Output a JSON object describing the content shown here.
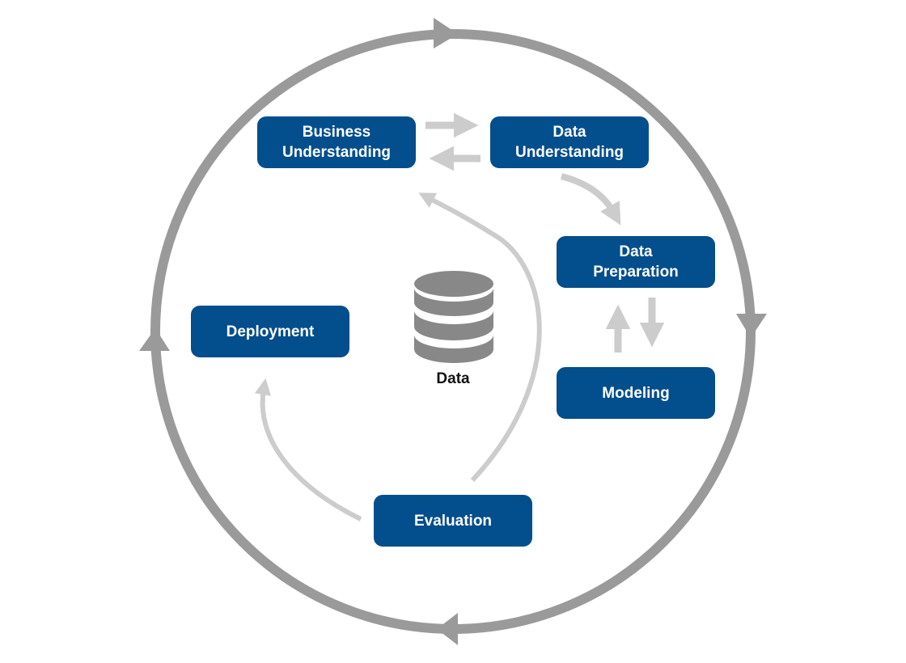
{
  "phases": {
    "business_understanding": "Business\nUnderstanding",
    "data_understanding": "Data\nUnderstanding",
    "data_preparation": "Data\nPreparation",
    "modeling": "Modeling",
    "evaluation": "Evaluation",
    "deployment": "Deployment"
  },
  "center": {
    "label": "Data",
    "icon": "database-icon"
  },
  "colors": {
    "phase_box": "#034e8c",
    "outer_cycle": "#9a9a9a",
    "inner_arrows": "#cccccc",
    "database": "#888888"
  }
}
